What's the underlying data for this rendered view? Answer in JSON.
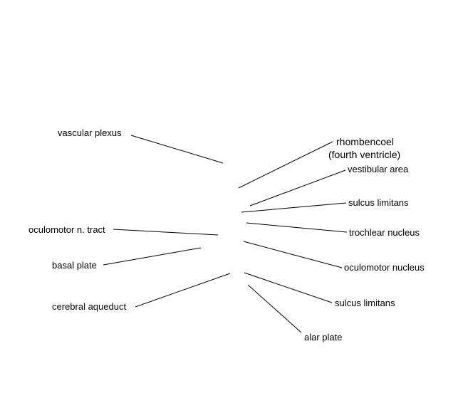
{
  "labels": {
    "vascular_plexus": "vascular plexus",
    "oculomotor_tract": "oculomotor n. tract",
    "basal_plate": "basal plate",
    "cerebral_aqueduct": "cerebral aqueduct",
    "rhombencoel_line1": "rhombencoel",
    "rhombencoel_line2": "(fourth ventricle)",
    "vestibular_area": "vestibular area",
    "sulcus_limitans_upper": "sulcus limitans",
    "trochlear_nucleus": "trochlear nucleus",
    "oculomotor_nucleus": "oculomotor nucleus",
    "sulcus_limitans_lower": "sulcus limitans",
    "alar_plate": "alar plate"
  },
  "colors": {
    "background": "#ffffff",
    "text": "#000000",
    "leader_line": "#000000"
  }
}
